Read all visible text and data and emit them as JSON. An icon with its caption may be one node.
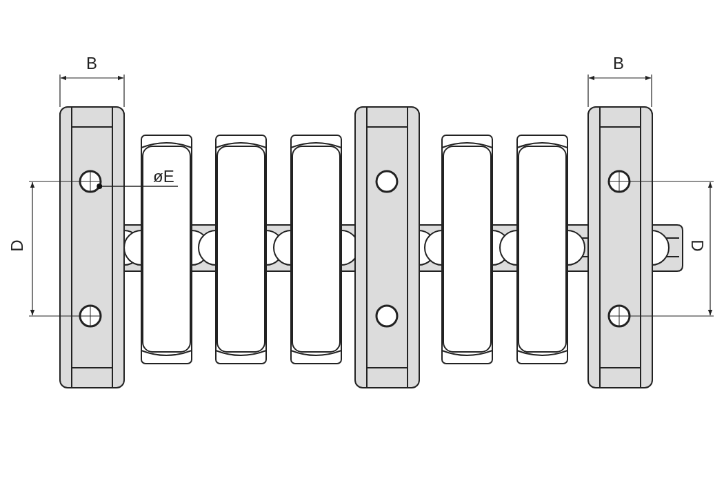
{
  "diagram": {
    "nodes": [
      {
        "text": [
          "øE"
        ]
      },
      {
        "text": [],
        "shape": "circle"
      }
    ],
    "edges": [
      {
        "from": 0,
        "to": 1,
        "arrow": "other"
      }
    ],
    "labels": [
      "B",
      "B",
      "D",
      "D"
    ]
  }
}
